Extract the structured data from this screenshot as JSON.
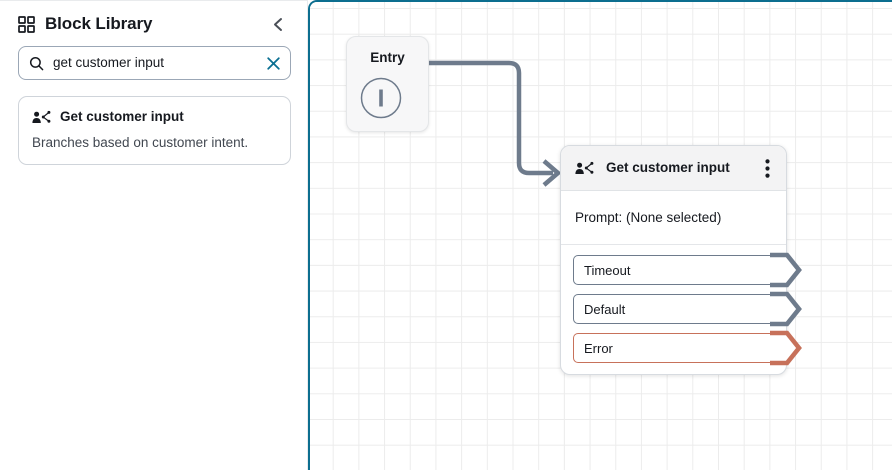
{
  "sidebar": {
    "icon": "grid-icon",
    "title": "Block Library",
    "collapse_icon": "chevron-left-icon",
    "search": {
      "icon": "search-icon",
      "value": "get customer input",
      "placeholder": "Search blocks",
      "clear_icon": "close-icon",
      "clear_color": "#0a6f92"
    },
    "results": [
      {
        "icon": "person-branch-icon",
        "title": "Get customer input",
        "description": "Branches based on customer intent."
      }
    ]
  },
  "canvas": {
    "focus_border_color": "#0c6e8f",
    "grid_color": "#ececec",
    "connector_color": "#6e7b8c",
    "nodes": {
      "entry": {
        "label": "Entry",
        "port_icon": "entry-port-icon"
      },
      "get_customer_input": {
        "icon": "person-branch-icon",
        "title": "Get customer input",
        "menu_icon": "kebab-menu-icon",
        "body_text": "Prompt: (None selected)",
        "branches": [
          {
            "label": "Timeout",
            "color": "#6e7b8c"
          },
          {
            "label": "Default",
            "color": "#6e7b8c"
          },
          {
            "label": "Error",
            "color": "#c7715a"
          }
        ]
      }
    }
  }
}
